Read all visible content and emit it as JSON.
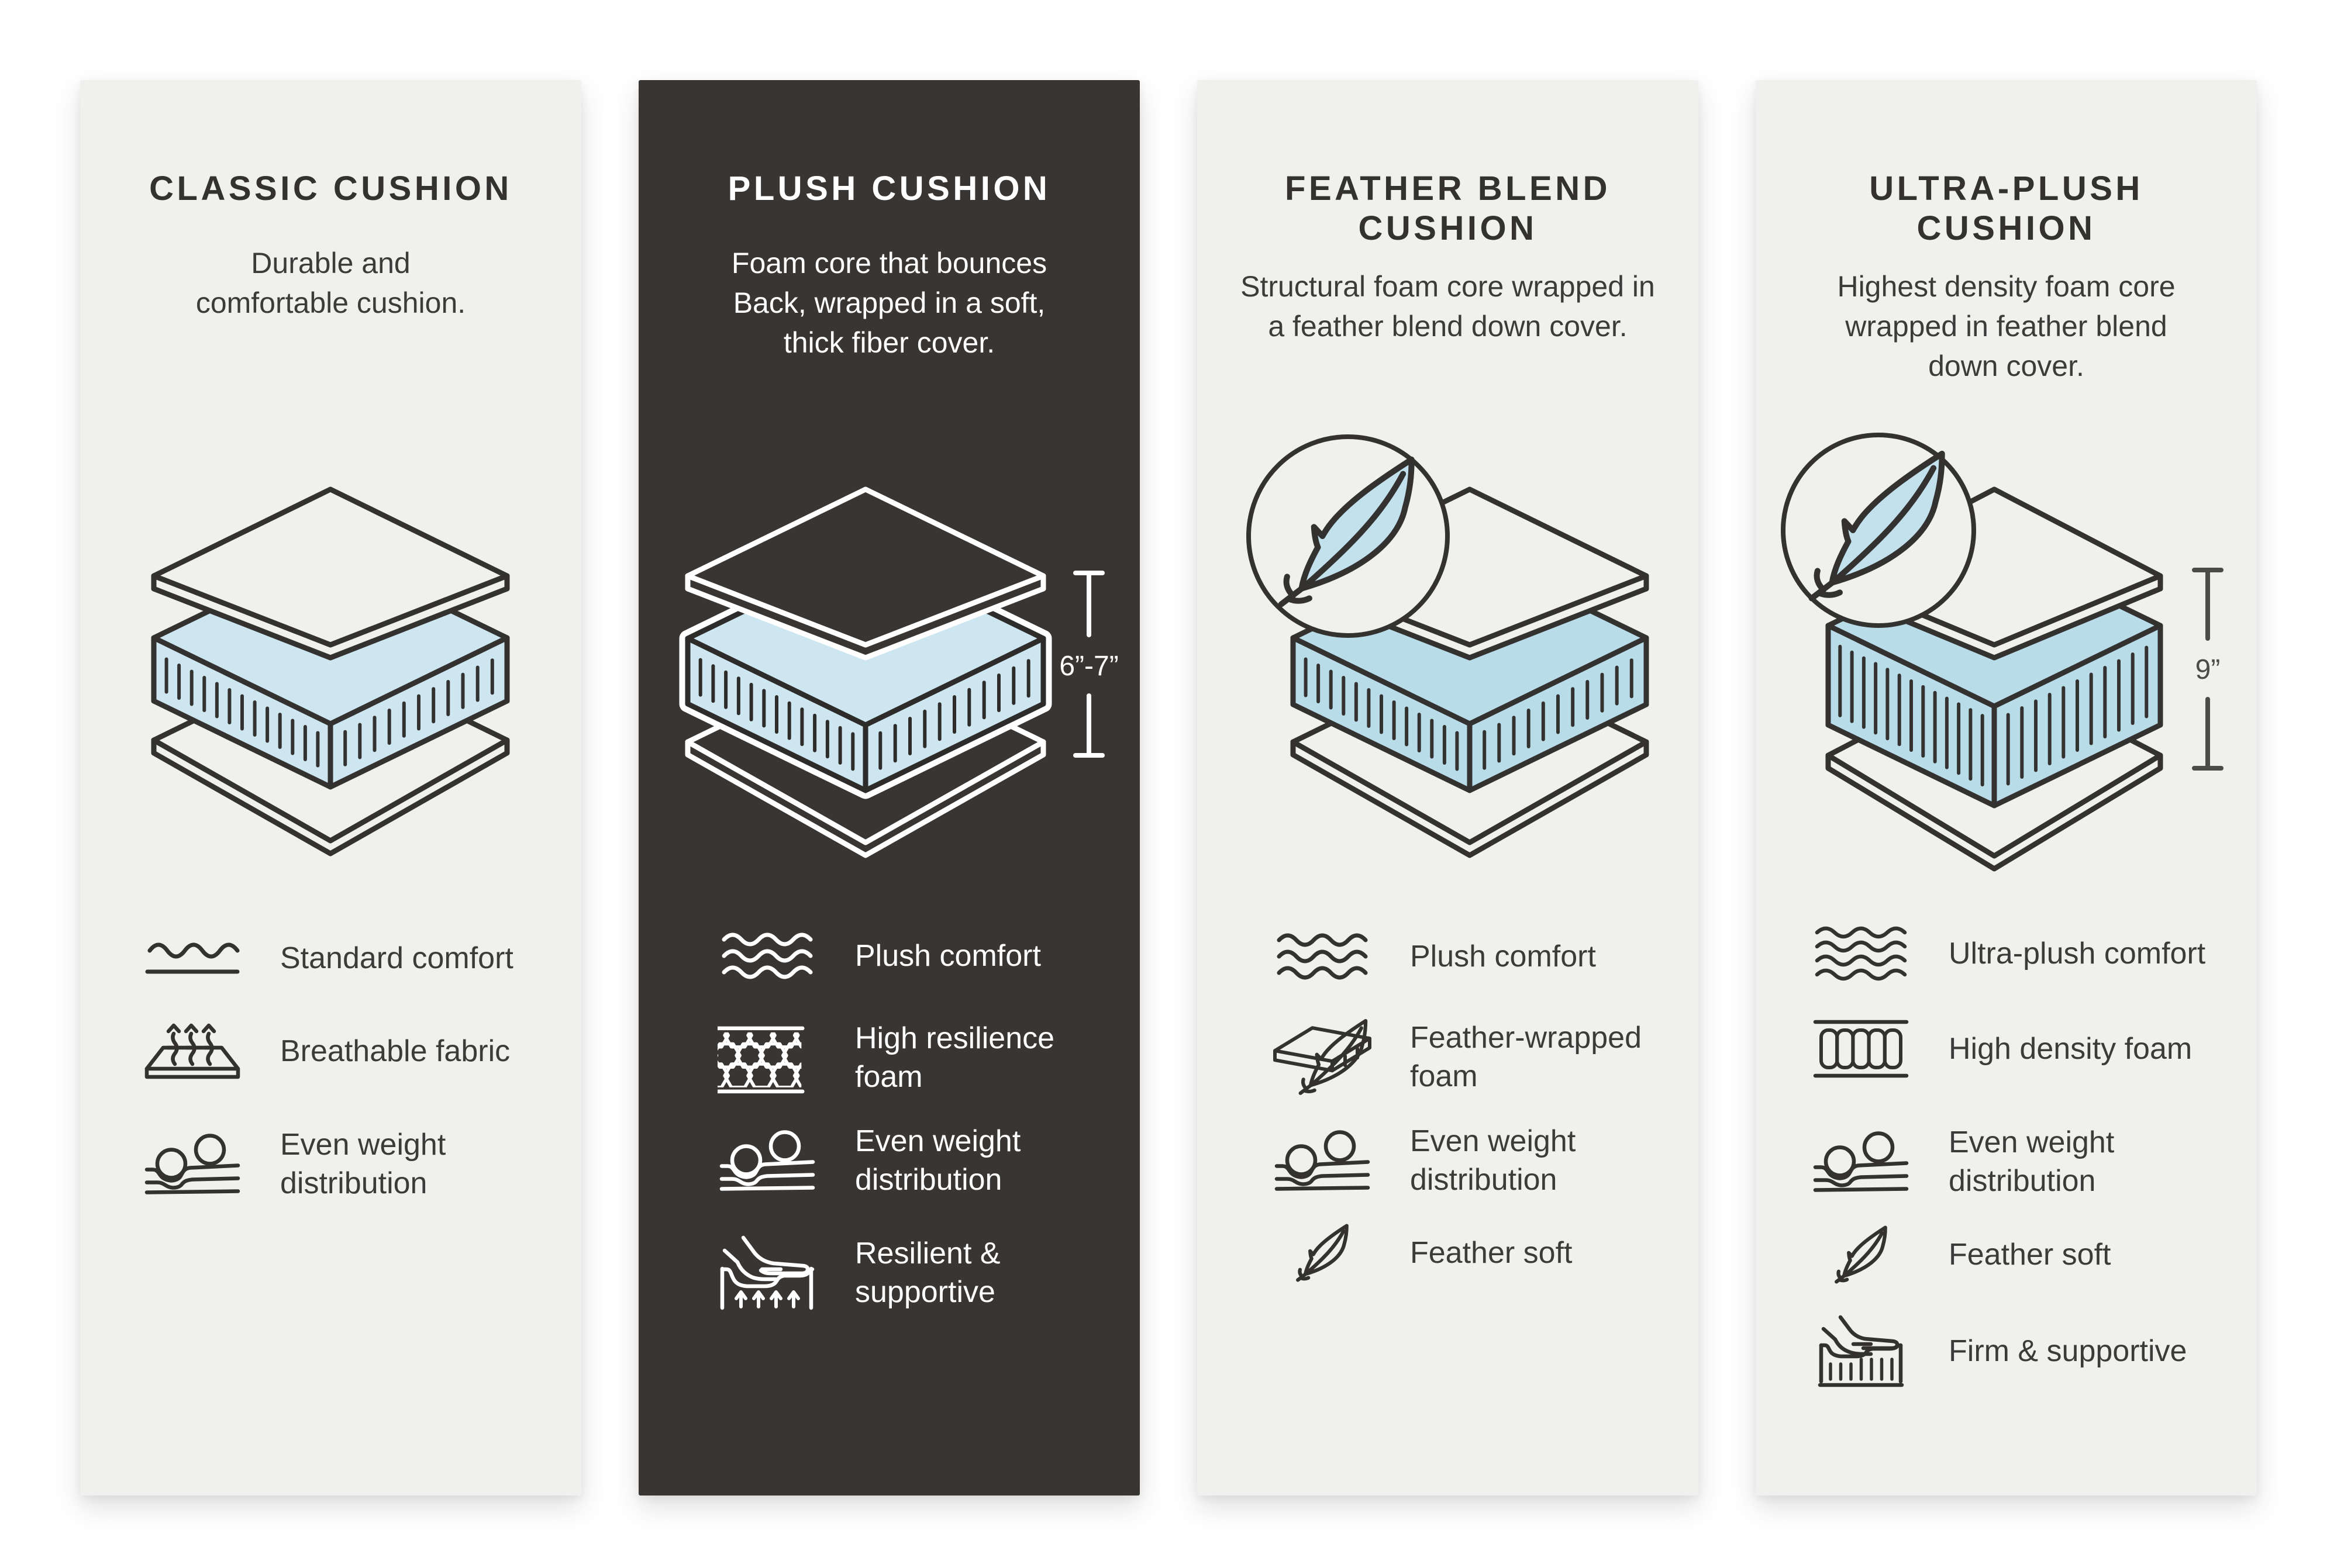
{
  "colors": {
    "page_background": "#ffffff",
    "panel_light_background": "#f0f0ef",
    "panel_dark_background": "#383532",
    "ink_dark": "#333231",
    "ink_white": "#ffffff",
    "foam_blue_light": "#cde6ef",
    "foam_blue_deep": "#b9dce9",
    "feather_blue": "#c2e1ed"
  },
  "panels": [
    {
      "id": "classic-cushion",
      "theme": "light",
      "title_lines": [
        "CLASSIC CUSHION"
      ],
      "description_lines": [
        "Durable and",
        "comfortable cushion."
      ],
      "illustration": {
        "kind": "layered-cushion",
        "foam_thickness": "standard",
        "feather_badge": false,
        "measure_label": ""
      },
      "features": [
        {
          "icon": "wave-single-icon",
          "label_lines": [
            "Standard comfort"
          ]
        },
        {
          "icon": "breathable-icon",
          "label_lines": [
            "Breathable fabric"
          ]
        },
        {
          "icon": "even-weight-icon",
          "label_lines": [
            "Even weight",
            "distribution"
          ]
        }
      ]
    },
    {
      "id": "plush-cushion",
      "theme": "dark",
      "title_lines": [
        "PLUSH CUSHION"
      ],
      "description_lines": [
        "Foam core that bounces",
        "Back, wrapped in a soft,",
        "thick fiber cover."
      ],
      "illustration": {
        "kind": "layered-cushion",
        "foam_thickness": "medium",
        "feather_badge": false,
        "measure_label": "6”-7”"
      },
      "features": [
        {
          "icon": "wave-triple-icon",
          "label_lines": [
            "Plush comfort"
          ]
        },
        {
          "icon": "honeycomb-icon",
          "label_lines": [
            "High resilience",
            "foam"
          ]
        },
        {
          "icon": "even-weight-icon",
          "label_lines": [
            "Even weight",
            "distribution"
          ]
        },
        {
          "icon": "recline-icon",
          "label_lines": [
            "Resilient &",
            "supportive"
          ]
        }
      ]
    },
    {
      "id": "feather-blend-cushion",
      "theme": "light",
      "title_lines": [
        "FEATHER BLEND",
        "CUSHION"
      ],
      "description_lines": [
        "Structural foam core wrapped in",
        "a feather blend down cover."
      ],
      "illustration": {
        "kind": "layered-cushion",
        "foam_thickness": "medium",
        "feather_badge": true,
        "measure_label": ""
      },
      "features": [
        {
          "icon": "wave-triple-icon",
          "label_lines": [
            "Plush comfort"
          ]
        },
        {
          "icon": "feather-foam-icon",
          "label_lines": [
            "Feather-wrapped",
            "foam"
          ]
        },
        {
          "icon": "even-weight-icon",
          "label_lines": [
            "Even weight",
            "distribution"
          ]
        },
        {
          "icon": "feather-icon",
          "label_lines": [
            "Feather soft"
          ]
        }
      ]
    },
    {
      "id": "ultra-plush-cushion",
      "theme": "light",
      "title_lines": [
        "ULTRA-PLUSH",
        "CUSHION"
      ],
      "description_lines": [
        "Highest density foam core",
        "wrapped in feather blend",
        "down cover."
      ],
      "illustration": {
        "kind": "layered-cushion",
        "foam_thickness": "thick",
        "feather_badge": true,
        "measure_label": "9”"
      },
      "features": [
        {
          "icon": "wave-quad-icon",
          "label_lines": [
            "Ultra-plush comfort"
          ]
        },
        {
          "icon": "high-density-foam-icon",
          "label_lines": [
            "High density foam"
          ]
        },
        {
          "icon": "even-weight-icon",
          "label_lines": [
            "Even weight",
            "distribution"
          ]
        },
        {
          "icon": "feather-icon",
          "label_lines": [
            "Feather soft"
          ]
        },
        {
          "icon": "firm-icon",
          "label_lines": [
            "Firm & supportive"
          ]
        }
      ]
    }
  ]
}
